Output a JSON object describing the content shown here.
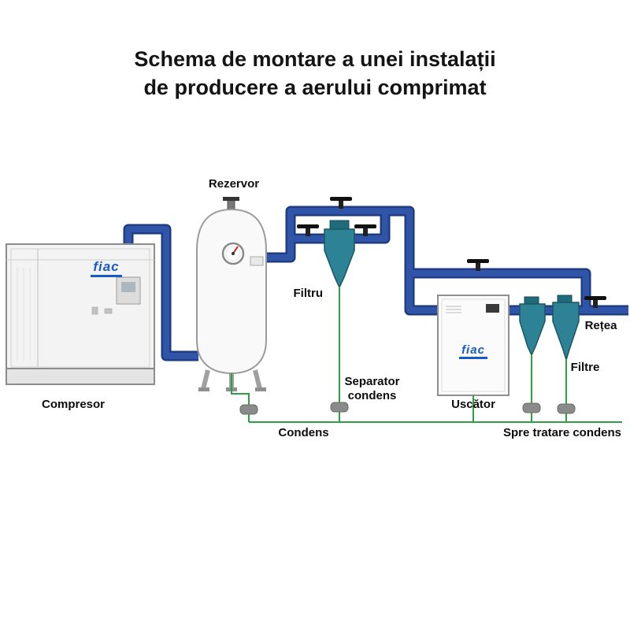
{
  "title": {
    "line1": "Schema de montare a unei instalații",
    "line2": "de producere a aerului comprimat"
  },
  "brand": {
    "logo": "fiac"
  },
  "labels": {
    "rezervor": "Rezervor",
    "compresor": "Compresor",
    "filtru": "Filtru",
    "separator_line1": "Separator",
    "separator_line2": "condens",
    "uscator": "Uscător",
    "filtre": "Filtre",
    "retea": "Rețea",
    "condens": "Condens",
    "spre_tratare_condens": "Spre tratare condens"
  },
  "colors": {
    "pipe_blue": "#2f54a8",
    "pipe_outline": "#1b3a7e",
    "equipment_teal": "#2e8295",
    "condensate_green": "#2f9e44",
    "drain_gray": "#8a8a8a",
    "brand_blue": "#1659c9",
    "title_text": "#141414"
  }
}
